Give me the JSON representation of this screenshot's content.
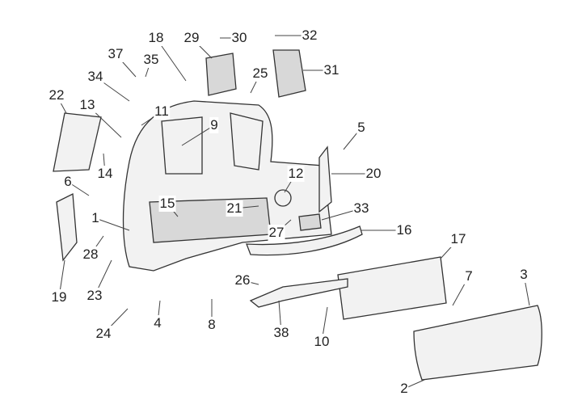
{
  "diagram": {
    "type": "exploded-parts-view",
    "callouts": [
      "1",
      "2",
      "3",
      "4",
      "5",
      "6",
      "7",
      "8",
      "9",
      "10",
      "11",
      "12",
      "13",
      "14",
      "15",
      "16",
      "17",
      "18",
      "19",
      "20",
      "21",
      "22",
      "23",
      "24",
      "25",
      "26",
      "27",
      "28",
      "29",
      "30",
      "31",
      "32",
      "33",
      "34",
      "35",
      "37",
      "38"
    ]
  }
}
